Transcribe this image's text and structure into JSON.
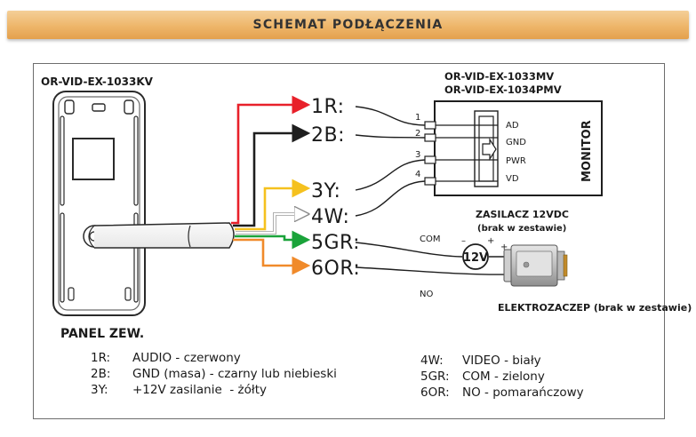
{
  "header": {
    "title": "SCHEMAT PODŁĄCZENIA"
  },
  "panel": {
    "model": "OR-VID-EX-1033KV",
    "caption": "PANEL ZEW."
  },
  "monitor": {
    "models": [
      "OR-VID-EX-1033MV",
      "OR-VID-EX-1034PMV"
    ],
    "label": "MONITOR",
    "pins": [
      {
        "num": "1",
        "name": "AD"
      },
      {
        "num": "2",
        "name": "GND"
      },
      {
        "num": "3",
        "name": "PWR"
      },
      {
        "num": "4",
        "name": "VD"
      }
    ]
  },
  "wires": [
    {
      "code": "1R:",
      "color": "#e8202a"
    },
    {
      "code": "2B:",
      "color": "#1e1e1e"
    },
    {
      "code": "3Y:",
      "color": "#f5c11e"
    },
    {
      "code": "4W:",
      "color": "#ffffff"
    },
    {
      "code": "5GR:",
      "color": "#1aa33a"
    },
    {
      "code": "6OR:",
      "color": "#f08a2a"
    }
  ],
  "power_supply": {
    "title": "ZASILACZ 12VDC",
    "note": "(brak w zestawie)",
    "voltage": "12V",
    "minus": "–",
    "plus": "+"
  },
  "lock": {
    "label": "ELEKTROZACZEP (brak w zestawie)",
    "com": "COM",
    "no": "NO"
  },
  "legend": {
    "left": [
      {
        "code": "1R:",
        "text_bold": "AUDIO",
        "text_rest": " - czerwony"
      },
      {
        "code": "2B:",
        "text_bold": "GND (masa)",
        "text_rest": " - czarny lub niebieski"
      },
      {
        "code": "3Y:",
        "text_bold": "+12V zasilanie",
        "text_rest": "  - żółty"
      }
    ],
    "right": [
      {
        "code": "4W:",
        "text_bold": "VIDEO",
        "text_rest": " - biały"
      },
      {
        "code": "5GR:",
        "text_bold": "COM",
        "text_rest": " - zielony"
      },
      {
        "code": "6OR:",
        "text_bold": "NO",
        "text_rest": " - pomarańczowy"
      }
    ]
  }
}
